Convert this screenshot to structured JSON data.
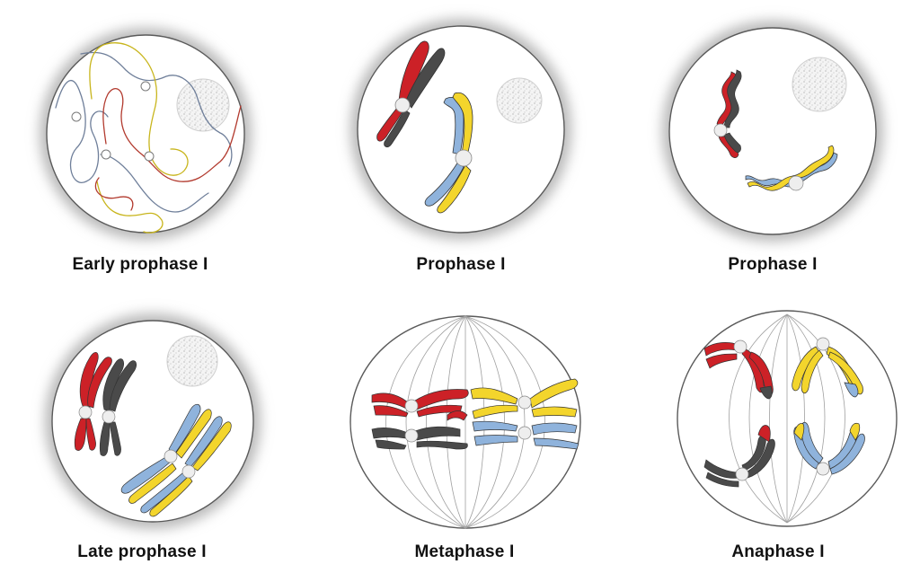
{
  "colors": {
    "red": "#cc2127",
    "gray": "#4a4a4a",
    "blue": "#8fb3dc",
    "yellow": "#f3d52c",
    "thread_gray": "#6f7f9a",
    "thread_yellow": "#c8b51c",
    "thread_red": "#b23a2e",
    "halo": "#b9b9b9",
    "membrane": "#5a5a5a"
  },
  "stages": [
    {
      "label": "Early prophase I"
    },
    {
      "label": "Prophase I"
    },
    {
      "label": "Prophase I"
    },
    {
      "label": "Late prophase I"
    },
    {
      "label": "Metaphase I"
    },
    {
      "label": "Anaphase I"
    }
  ]
}
